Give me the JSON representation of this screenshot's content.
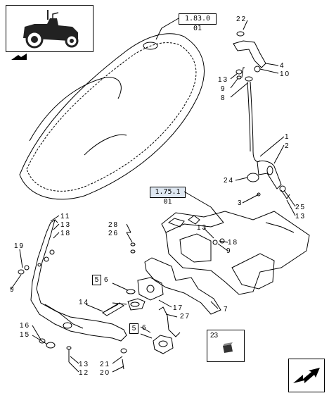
{
  "refs": {
    "cab_ref": "1.83.0 01",
    "frame_ref": "1.75.1 01"
  },
  "callouts": {
    "c22": "22",
    "c4": "4",
    "c10": "10",
    "c13a": "13",
    "c9a": "9",
    "c8": "8",
    "c1": "1",
    "c2": "2",
    "c24": "24",
    "c3": "3",
    "c25": "25",
    "c13b": "13",
    "c28": "28",
    "c26": "26",
    "c13c": "13",
    "c9b": "9",
    "c18a": "18",
    "c11": "11",
    "c13d": "13",
    "c18b": "18",
    "c19": "19",
    "c9c": "9",
    "c6a": "6",
    "c14": "14",
    "c17": "17",
    "c27": "27",
    "c7": "7",
    "c16": "16",
    "c15": "15",
    "c13e": "13",
    "c12": "12",
    "c21": "21",
    "c20": "20",
    "c6b": "6",
    "c23": "23"
  },
  "section_tags": {
    "s5a": "5",
    "s5b": "5"
  },
  "kit_label": "23",
  "icons": [
    "tractor-icon",
    "back-arrow-icon",
    "next-page-arrow-icon"
  ]
}
